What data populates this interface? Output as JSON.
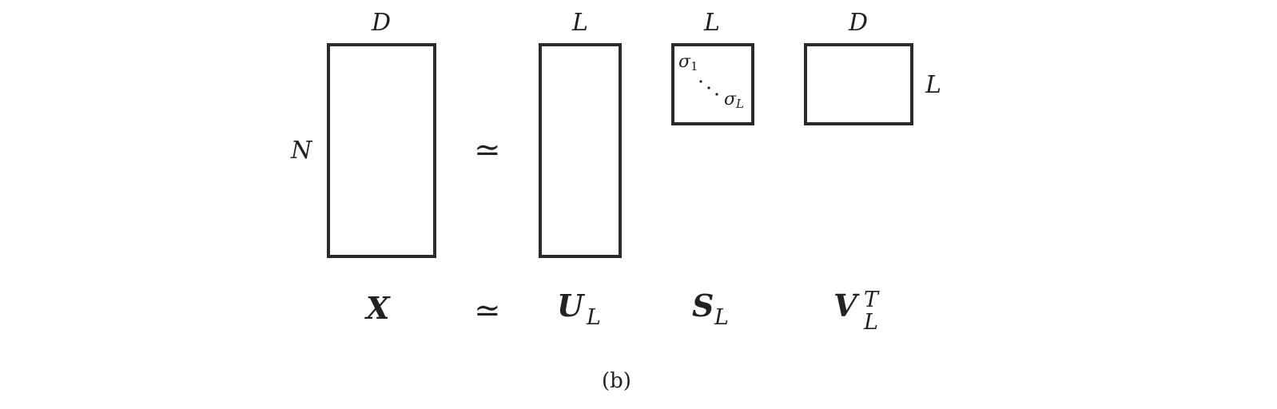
{
  "matrices": {
    "x": {
      "top_label": "D",
      "side_label": "N",
      "name": "X"
    },
    "u": {
      "top_label": "L",
      "name": "U",
      "subscript": "L"
    },
    "s": {
      "top_label": "L",
      "name": "S",
      "subscript": "L",
      "diag_first": "σ",
      "diag_first_index": "1",
      "diag_last": "σ",
      "diag_last_index": "L"
    },
    "v": {
      "top_label": "D",
      "side_label": "L",
      "name": "V",
      "subscript": "L",
      "superscript": "T"
    }
  },
  "symbols": {
    "approx": "≃"
  },
  "caption": "(b)"
}
